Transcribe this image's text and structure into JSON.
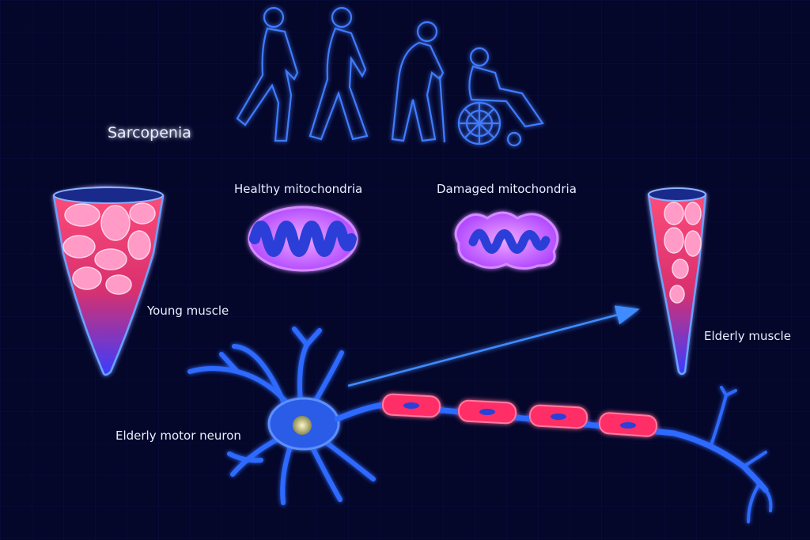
{
  "title": "Sarcopenia",
  "labels": {
    "young_muscle": "Young muscle",
    "healthy_mito": "Healthy mitochondria",
    "damaged_mito": "Damaged mitochondria",
    "elderly_muscle": "Elderly muscle",
    "motor_neuron": "Elderly motor neuron"
  },
  "colors": {
    "background": "#04062a",
    "glow_blue": "#3f7bff",
    "muscle_red": "#ff3a6a",
    "mito_purple": "#c84dff",
    "neuron_blue": "#2f6bff",
    "myelin_red": "#ff2e66"
  }
}
